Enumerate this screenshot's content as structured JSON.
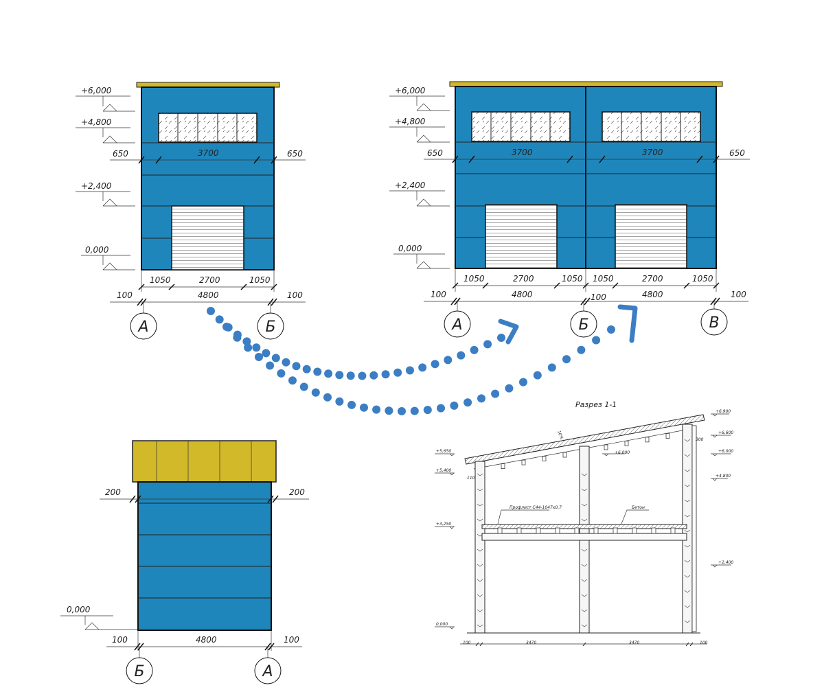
{
  "colors": {
    "wall": "#1f86bb",
    "roof": "#d2b92a",
    "line": "#222222",
    "arrow": "#3b7ec4"
  },
  "icons": [
    "level-mark-icon",
    "axis-bubble-icon",
    "tick-mark-icon"
  ],
  "facade_single": {
    "levels": [
      "+6,000",
      "+4,800",
      "+2,400",
      "0,000"
    ],
    "window_dims": {
      "left": "650",
      "window": "3700",
      "right": "650"
    },
    "bottom_dims": {
      "left": "1050",
      "door": "2700",
      "right": "1050"
    },
    "overall_dims": {
      "left": "100",
      "span": "4800",
      "right": "100"
    },
    "axes": [
      "А",
      "Б"
    ]
  },
  "facade_double": {
    "levels": [
      "+6,000",
      "+4,800",
      "+2,400",
      "0,000"
    ],
    "window_dims": {
      "left": "650",
      "window1": "3700",
      "window2": "3700",
      "right": "650"
    },
    "bottom_dims": [
      "1050",
      "2700",
      "1050",
      "1050",
      "2700",
      "1050"
    ],
    "overall_dims": {
      "left": "100",
      "span1": "4800",
      "mid": "100",
      "span2": "4800",
      "right": "100"
    },
    "axes": [
      "А",
      "Б",
      "В"
    ]
  },
  "side_elevation": {
    "levels": [
      "0,000"
    ],
    "top_dims": {
      "left": "200",
      "right": "200"
    },
    "overall_dims": {
      "left": "100",
      "span": "4800",
      "right": "100"
    },
    "axes": [
      "Б",
      "А"
    ]
  },
  "section": {
    "title": "Разрез 1-1",
    "levels_left": [
      "+5,650",
      "+5,400",
      "+3,250",
      "0,000"
    ],
    "levels_right": [
      "+6,900",
      "+6,600",
      "+6,000",
      "+4,800",
      "+2,400"
    ],
    "level_mid": "+6,000",
    "labels": {
      "deck": "Профлист С44-1047х0,7",
      "concrete": "Бетон"
    },
    "bottom_dims": [
      "100",
      "3470",
      "3470",
      "100"
    ],
    "small": {
      "slope": "10%",
      "d300": "300",
      "d110": "110"
    }
  }
}
